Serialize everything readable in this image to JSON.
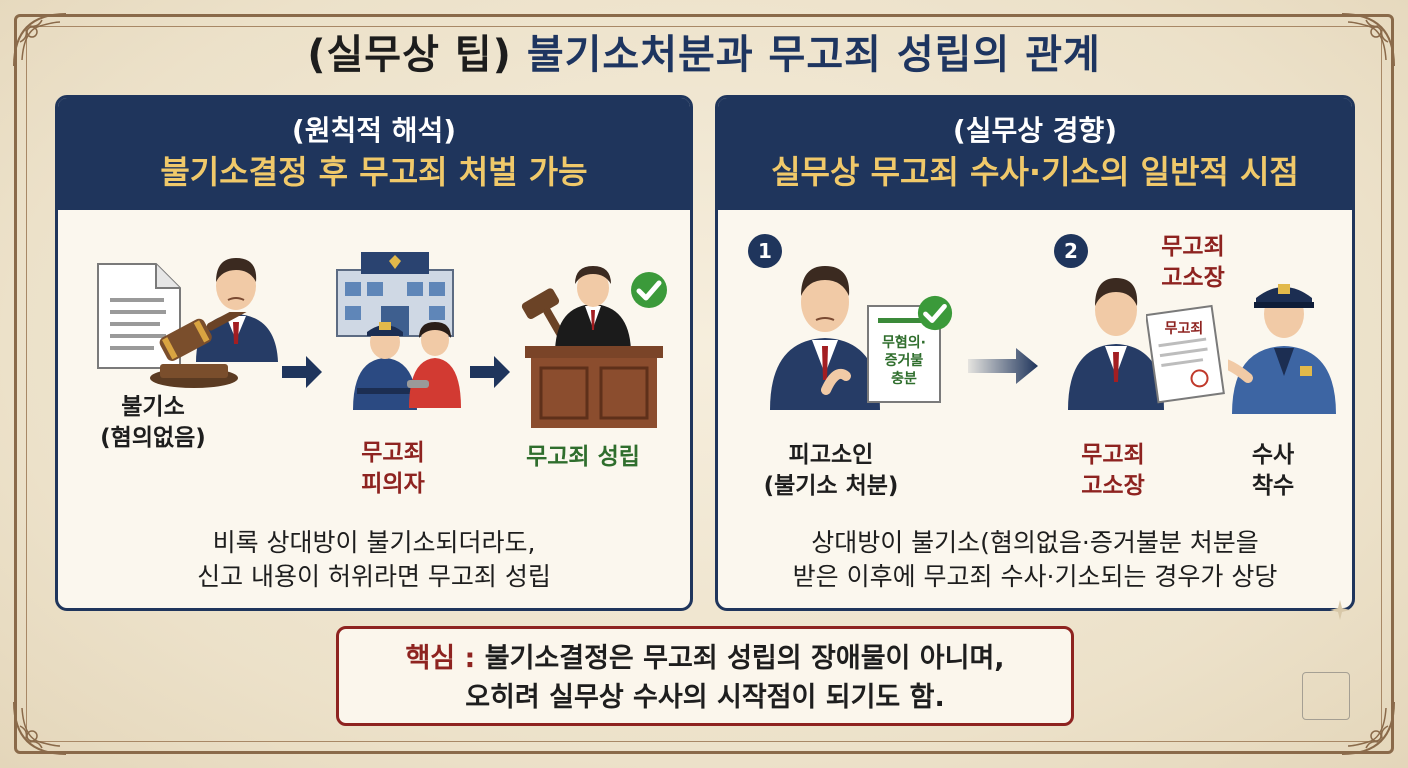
{
  "title": {
    "prefix": "(실무상 팁)",
    "main": "불기소처분과 무고죄 성립의 관계"
  },
  "left_panel": {
    "subtitle": "(원칙적 해석)",
    "headline": "불기소결정 후 무고죄 처벌 가능",
    "steps": [
      {
        "line1": "불기소",
        "line2": "(혐의없음)"
      },
      {
        "line1": "무고죄",
        "line2": "피의자"
      },
      {
        "line1": "무고죄 성립"
      }
    ],
    "caption": [
      "비록 상대방이 불기소되더라도,",
      "신고 내용이 허위라면 무고죄 성립"
    ]
  },
  "right_panel": {
    "subtitle": "(실무상 경향)",
    "headline": "실무상 무고죄 수사·기소의 일반적 시점",
    "badges": [
      "1",
      "2"
    ],
    "document_text": [
      "무혐의·",
      "증거불",
      "충분"
    ],
    "complaint_doc_title": "무고죄",
    "step1": {
      "line1": "피고소인",
      "line2": "(불기소 처분)"
    },
    "step2_top": {
      "line1": "무고죄",
      "line2": "고소장"
    },
    "step2_bottom": {
      "line1": "무고죄",
      "line2": "고소장"
    },
    "step3": {
      "line1": "수사",
      "line2": "착수"
    },
    "caption": [
      "상대방이 불기소(혐의없음·증거불분 처분을",
      "받은 이후에 무고죄 수사·기소되는 경우가 상당"
    ]
  },
  "callout": {
    "key": "핵심 :",
    "line1": "불기소결정은 무고죄 성립의 장애물이 아니며,",
    "line2": "오히려 실무상 수사의 시작점이 되기도 함."
  },
  "colors": {
    "navy": "#1f355c",
    "gold": "#f0c96a",
    "red": "#8e2320",
    "green": "#2f6e2d",
    "frame": "#8a6a4a"
  },
  "icons": [
    "gavel-icon",
    "document-icon",
    "police-station-icon",
    "police-officer-icon",
    "judge-icon",
    "checkmark-icon",
    "arrow-right-icon",
    "complaint-document-icon"
  ]
}
